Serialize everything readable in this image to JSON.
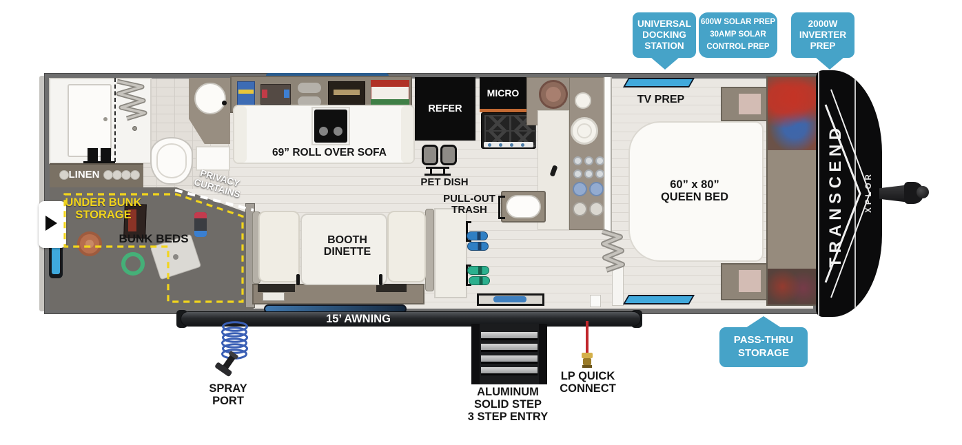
{
  "callouts": {
    "docking": [
      "UNIVERSAL",
      "DOCKING",
      "STATION"
    ],
    "solar": [
      "600W SOLAR PREP",
      "30AMP SOLAR",
      "CONTROL PREP"
    ],
    "inverter": [
      "2000W",
      "INVERTER",
      "PREP"
    ],
    "passthru": [
      "PASS-THRU",
      "STORAGE"
    ]
  },
  "floorplan": {
    "linen": "LINEN",
    "privacy_curtains": [
      "PRIVACY",
      "CURTAINS"
    ],
    "under_bunk_storage": [
      "UNDER BUNK",
      "STORAGE"
    ],
    "bunk_beds": "BUNK BEDS",
    "sofa": "69” ROLL OVER SOFA",
    "refer": "REFER",
    "micro": "MICRO",
    "pet_dish": "PET DISH",
    "pull_out_trash": [
      "PULL-OUT",
      "TRASH"
    ],
    "booth_dinette": [
      "BOOTH",
      "DINETTE"
    ],
    "tv_prep": "TV PREP",
    "queen_bed": [
      "60” x 80”",
      "QUEEN BED"
    ]
  },
  "exterior": {
    "awning": "15’ AWNING",
    "spray_port": [
      "SPRAY",
      "PORT"
    ],
    "entry_steps": [
      "ALUMINUM",
      "SOLID STEP",
      "3 STEP ENTRY"
    ],
    "lp_quick_connect": [
      "LP QUICK",
      "CONNECT"
    ]
  },
  "brand": {
    "model": "TRANSCEND",
    "trim": "XPLOR"
  },
  "colors": {
    "callout_blue": "#46a3c8",
    "highlight_yellow": "#f2d51c",
    "window_blue": "#41a9dc",
    "bunk_floor": "#6f6c68"
  }
}
